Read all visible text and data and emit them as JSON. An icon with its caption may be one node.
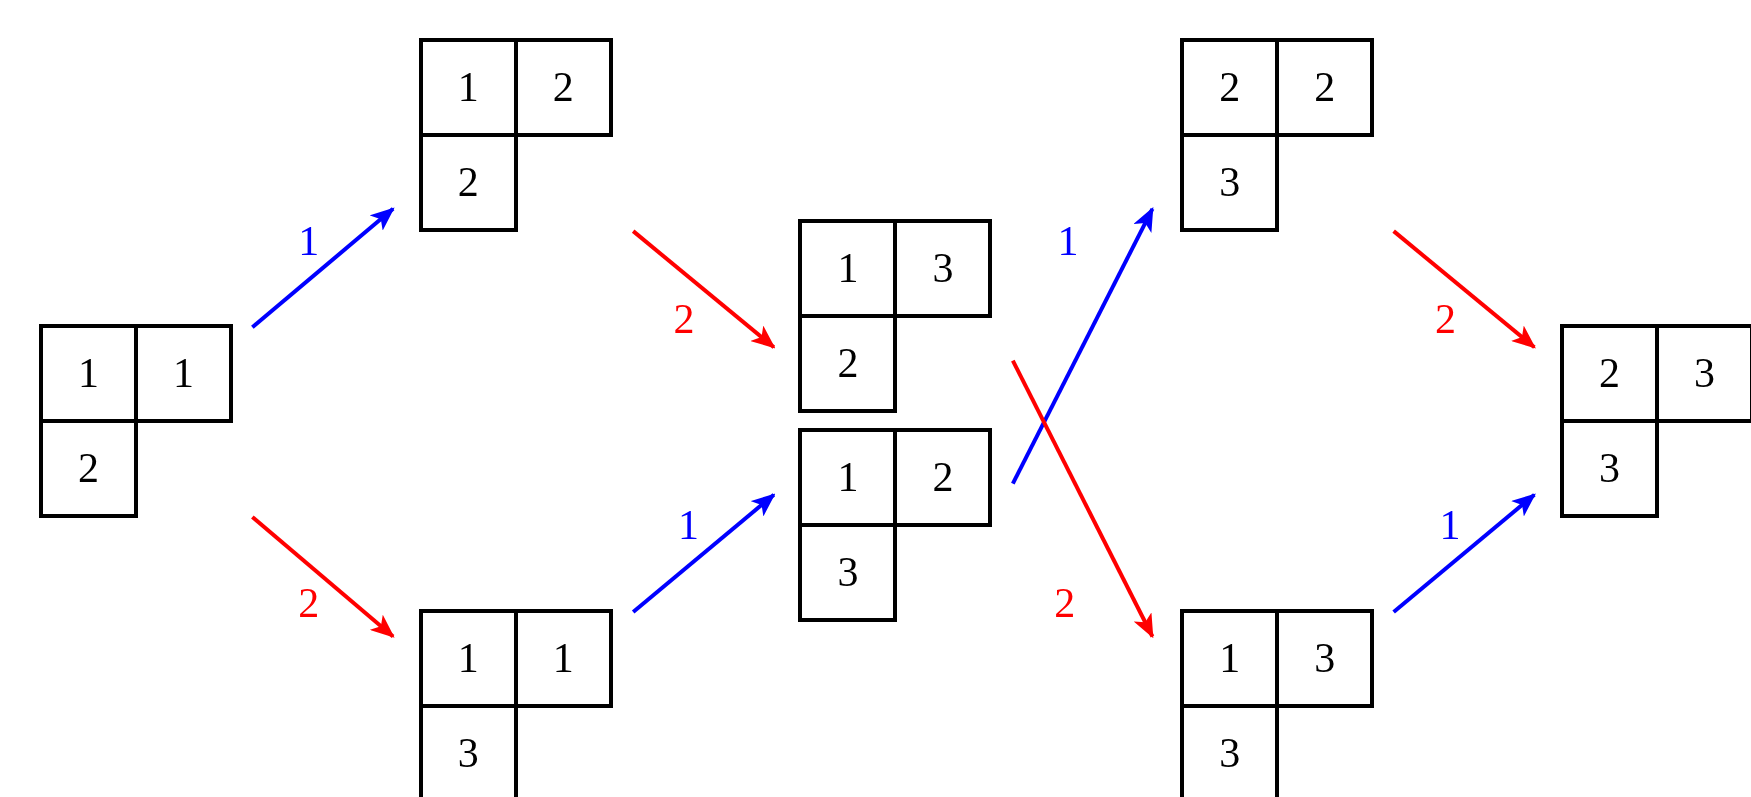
{
  "diagram": {
    "nodes": [
      {
        "text": [],
        "shape": "grid"
      },
      {
        "text": [
          "1"
        ],
        "in": 0
      },
      {
        "text": [
          "1"
        ],
        "in": 0
      },
      {
        "text": [
          "2"
        ],
        "in": 0
      },
      {
        "text": [],
        "shape": "grid"
      },
      {
        "text": [
          "1"
        ],
        "in": 4
      },
      {
        "text": [
          "2"
        ],
        "in": 4
      },
      {
        "text": [
          "2"
        ],
        "in": 4
      },
      {
        "text": [],
        "shape": "grid"
      },
      {
        "text": [
          "1"
        ],
        "in": 8
      },
      {
        "text": [
          "1"
        ],
        "in": 8
      },
      {
        "text": [
          "3"
        ],
        "in": 8
      },
      {
        "text": [],
        "shape": "grid"
      },
      {
        "text": [
          "1"
        ],
        "in": 12
      },
      {
        "text": [
          "3"
        ],
        "in": 12
      },
      {
        "text": [
          "2"
        ],
        "in": 12
      },
      {
        "text": [],
        "shape": "grid"
      },
      {
        "text": [
          "1"
        ],
        "in": 16
      },
      {
        "text": [
          "2"
        ],
        "in": 16
      },
      {
        "text": [
          "3"
        ],
        "in": 16
      },
      {
        "text": [],
        "shape": "grid"
      },
      {
        "text": [
          "2"
        ],
        "in": 20
      },
      {
        "text": [
          "2"
        ],
        "in": 20
      },
      {
        "text": [
          "3"
        ],
        "in": 20
      },
      {
        "text": [],
        "shape": "grid"
      },
      {
        "text": [
          "1"
        ],
        "in": 24
      },
      {
        "text": [
          "3"
        ],
        "in": 24
      },
      {
        "text": [
          "3"
        ],
        "in": 24
      },
      {
        "text": [],
        "shape": "grid"
      },
      {
        "text": [
          "2"
        ],
        "in": 28
      },
      {
        "text": [
          "3"
        ],
        "in": 28
      },
      {
        "text": [
          "3"
        ],
        "in": 28
      }
    ],
    "edges": [
      {
        "from": 0,
        "to": 4,
        "arrow": "to",
        "label": "1",
        "color": "#0000ff"
      },
      {
        "from": 0,
        "to": 8,
        "arrow": "to",
        "label": "2",
        "color": "#ff0000"
      },
      {
        "from": 4,
        "to": 12,
        "arrow": "to",
        "label": "2",
        "color": "#ff0000"
      },
      {
        "from": 8,
        "to": 16,
        "arrow": "to",
        "label": "1",
        "color": "#0000ff"
      },
      {
        "from": 16,
        "to": 20,
        "arrow": "to",
        "label": "1",
        "color": "#0000ff"
      },
      {
        "from": 12,
        "to": 24,
        "arrow": "to",
        "label": "2",
        "color": "#ff0000"
      },
      {
        "from": 20,
        "to": 28,
        "arrow": "to",
        "label": "2",
        "color": "#ff0000"
      },
      {
        "from": 24,
        "to": 28,
        "arrow": "to",
        "label": "1",
        "color": "#0000ff"
      }
    ]
  }
}
